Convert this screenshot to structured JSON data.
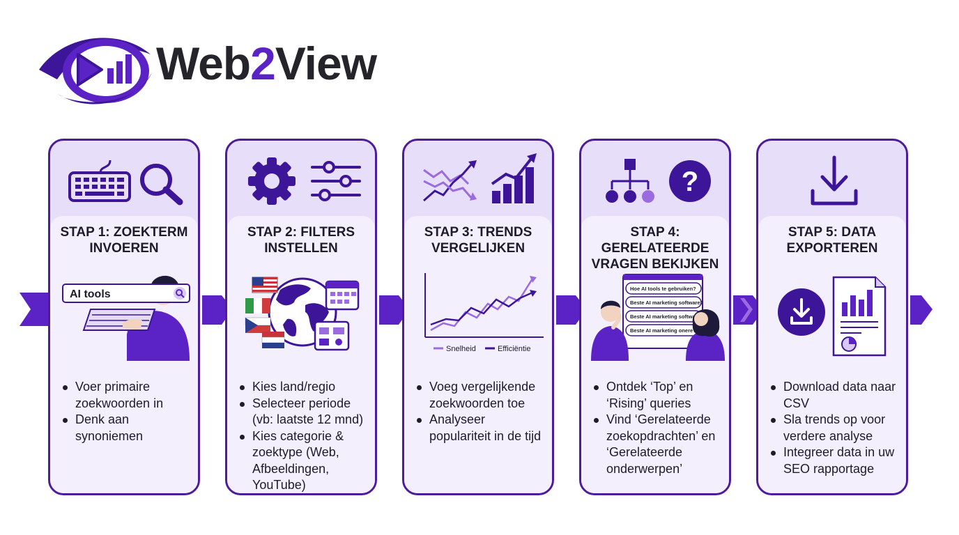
{
  "brand": {
    "name_part1": "Web",
    "name_part2": "2",
    "name_part3": "View",
    "accent_color": "#5b23c6"
  },
  "steps": [
    {
      "title": "STAP 1: ZOEKTERM INVOEREN",
      "icons": [
        "keyboard-icon",
        "magnifier-icon"
      ],
      "search_text": "AI tools",
      "bullets": [
        "Voer primaire zoekwoorden in",
        "Denk aan synoniemen"
      ]
    },
    {
      "title": "STAP 2: FILTERS INSTELLEN",
      "icons": [
        "gear-icon",
        "sliders-icon"
      ],
      "bullets": [
        "Kies land/regio",
        "Selecteer periode (vb: laatste 12 mnd)",
        "Kies categorie & zoektype (Web, Afbeeldingen, YouTube)"
      ]
    },
    {
      "title": "STAP 3: TRENDS VERGELIJKEN",
      "icons": [
        "crossing-trends-icon",
        "growth-bars-icon"
      ],
      "legend": [
        "Snelheid",
        "Efficiëntie"
      ],
      "bullets": [
        "Voeg vergelijkende zoekwoorden toe",
        "Analyseer populariteit in de tijd"
      ]
    },
    {
      "title": "STAP 4: GERELATEERDE VRAGEN BEKIJKEN",
      "icons": [
        "hierarchy-icon",
        "question-icon"
      ],
      "questions": [
        "Hoe AI tools te gebruiken?",
        "Beste AI marketing software?",
        "Beste AI marketing software?",
        "Beste AI marketing onere?"
      ],
      "bullets": [
        "Ontdek ‘Top’ en ‘Rising’ queries",
        "Vind ‘Gerelateerde zoekopdrachten’ en ‘Gerelateerde onderwerpen’"
      ]
    },
    {
      "title": "STAP 5: DATA EXPORTEREN",
      "icons": [
        "download-tray-icon"
      ],
      "bullets": [
        "Download data naar CSV",
        "Sla trends op voor verdere analyse",
        "Integreer data in uw SEO rapportage"
      ]
    }
  ],
  "colors": {
    "card_border": "#4d1c9c",
    "card_header": "#e7defa",
    "card_body": "#f3effd",
    "purple": "#5b23c6",
    "light_purple": "#9b6be0"
  }
}
